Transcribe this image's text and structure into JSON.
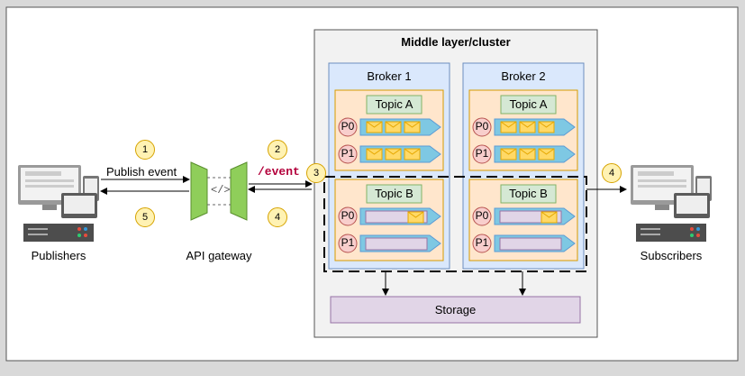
{
  "diagram": {
    "cluster_title": "Middle layer/cluster",
    "brokers": [
      {
        "name": "Broker 1"
      },
      {
        "name": "Broker 2"
      }
    ],
    "topics": [
      "Topic A",
      "Topic B"
    ],
    "partitions": [
      "P0",
      "P1"
    ],
    "storage_label": "Storage",
    "publishers_label": "Publishers",
    "subscribers_label": "Subscribers",
    "gateway_label": "API gateway",
    "gateway_glyph": "</>",
    "publish_event_label": "Publish event",
    "endpoint_label": "/event",
    "steps": [
      "1",
      "2",
      "3",
      "4",
      "5",
      "4"
    ],
    "colors": {
      "cluster_bg": "#f2f2f2",
      "broker_bg": "#dae8fc",
      "broker_border": "#6c8ebf",
      "topic_bg": "#ffe6cc",
      "topic_border": "#d79b00",
      "topic_label_bg": "#d5e8d4",
      "topic_label_border": "#82b366",
      "partition_bg": "#f8cecc",
      "partition_border": "#b85450",
      "queue_color": "#7ec8e3",
      "queue_slot_bg": "#e1d5e7",
      "message_color": "#ffd966",
      "storage_bg": "#e1d5e7",
      "storage_border": "#9673a6",
      "gateway_color": "#8fce5a",
      "step_bg": "#fff2b3"
    }
  }
}
